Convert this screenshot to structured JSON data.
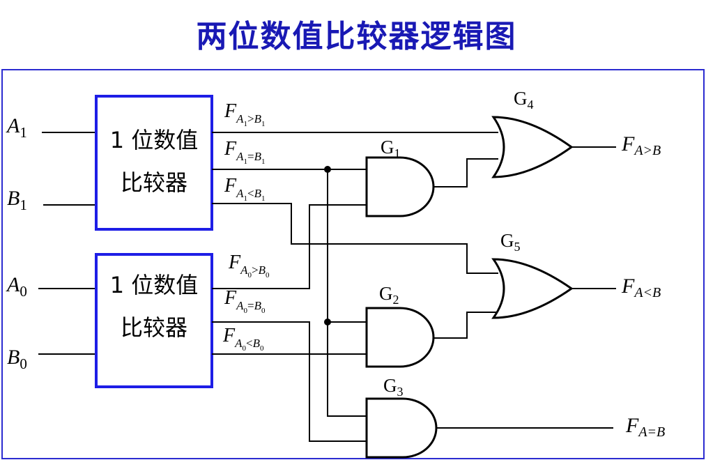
{
  "title": "两位数值比较器逻辑图",
  "colors": {
    "title": "#1919b4",
    "comparator_border": "#1e1ee6",
    "frame": "#2b2bd0"
  },
  "comparators": [
    {
      "line1": "1 位数值",
      "line2": "比较器"
    },
    {
      "line1": "1 位数值",
      "line2": "比较器"
    }
  ],
  "inputs": {
    "a1": {
      "main": "A",
      "sub": "1"
    },
    "b1": {
      "main": "B",
      "sub": "1"
    },
    "a0": {
      "main": "A",
      "sub": "0"
    },
    "b0": {
      "main": "B",
      "sub": "0"
    }
  },
  "signals": {
    "f": "F",
    "s1_gt": {
      "a": "A",
      "as": "1",
      "op": ">",
      "b": "B",
      "bs": "1"
    },
    "s1_eq": {
      "a": "A",
      "as": "1",
      "op": "=",
      "b": "B",
      "bs": "1"
    },
    "s1_lt": {
      "a": "A",
      "as": "1",
      "op": "<",
      "b": "B",
      "bs": "1"
    },
    "s0_gt": {
      "a": "A",
      "as": "0",
      "op": ">",
      "b": "B",
      "bs": "0"
    },
    "s0_eq": {
      "a": "A",
      "as": "0",
      "op": "=",
      "b": "B",
      "bs": "0"
    },
    "s0_lt": {
      "a": "A",
      "as": "0",
      "op": "<",
      "b": "B",
      "bs": "0"
    }
  },
  "gates": {
    "g1": {
      "main": "G",
      "sub": "1"
    },
    "g2": {
      "main": "G",
      "sub": "2"
    },
    "g3": {
      "main": "G",
      "sub": "3"
    },
    "g4": {
      "main": "G",
      "sub": "4"
    },
    "g5": {
      "main": "G",
      "sub": "5"
    }
  },
  "outputs": {
    "f": "F",
    "gt": "A>B",
    "lt": "A<B",
    "eq": "A=B"
  }
}
